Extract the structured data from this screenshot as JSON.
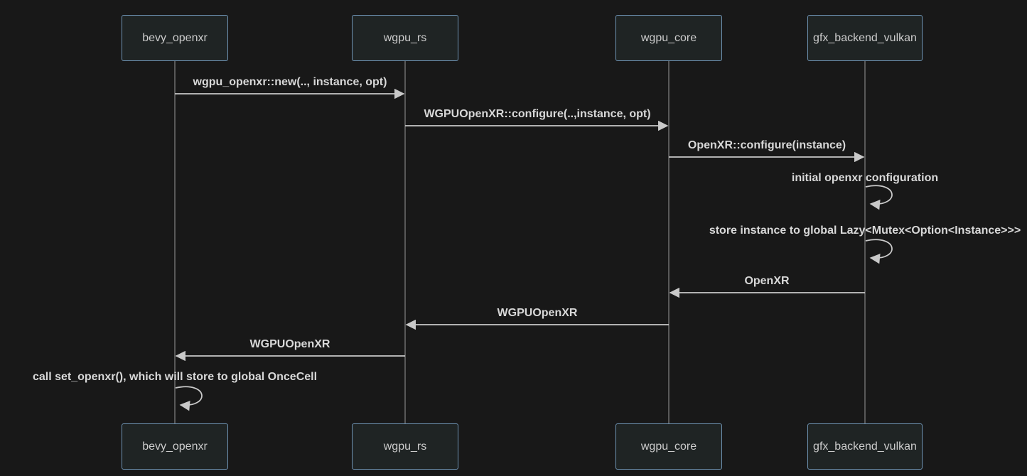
{
  "diagram": {
    "type": "sequence-diagram",
    "theme": {
      "background": "#181818",
      "actor_fill": "#1f2424",
      "actor_border": "#6f94b4",
      "actor_text": "#cccccc",
      "signal_color": "#c9c9c9",
      "lifeline_color": "#828282",
      "message_text_color": "#d8d8d8"
    },
    "actors": [
      {
        "id": "bevy_openxr",
        "label": "bevy_openxr"
      },
      {
        "id": "wgpu_rs",
        "label": "wgpu_rs"
      },
      {
        "id": "wgpu_core",
        "label": "wgpu_core"
      },
      {
        "id": "gfx_backend_vulkan",
        "label": "gfx_backend_vulkan"
      }
    ],
    "messages": [
      {
        "from": "bevy_openxr",
        "to": "wgpu_rs",
        "kind": "solid-arrow",
        "label": "wgpu_openxr::new(.., instance, opt)"
      },
      {
        "from": "wgpu_rs",
        "to": "wgpu_core",
        "kind": "solid-arrow",
        "label": "WGPUOpenXR::configure(..,instance, opt)"
      },
      {
        "from": "wgpu_core",
        "to": "gfx_backend_vulkan",
        "kind": "solid-arrow",
        "label": "OpenXR::configure(instance)"
      },
      {
        "from": "gfx_backend_vulkan",
        "to": "gfx_backend_vulkan",
        "kind": "self-loop",
        "label": "initial openxr configuration"
      },
      {
        "from": "gfx_backend_vulkan",
        "to": "gfx_backend_vulkan",
        "kind": "self-loop",
        "label": "store instance to global Lazy<Mutex<Option<Instance>>>"
      },
      {
        "from": "gfx_backend_vulkan",
        "to": "wgpu_core",
        "kind": "solid-arrow",
        "label": "OpenXR"
      },
      {
        "from": "wgpu_core",
        "to": "wgpu_rs",
        "kind": "solid-arrow",
        "label": "WGPUOpenXR"
      },
      {
        "from": "wgpu_rs",
        "to": "bevy_openxr",
        "kind": "solid-arrow",
        "label": "WGPUOpenXR"
      },
      {
        "from": "bevy_openxr",
        "to": "bevy_openxr",
        "kind": "self-loop",
        "label": "call set_openxr(), which will store to global OnceCell"
      }
    ]
  }
}
